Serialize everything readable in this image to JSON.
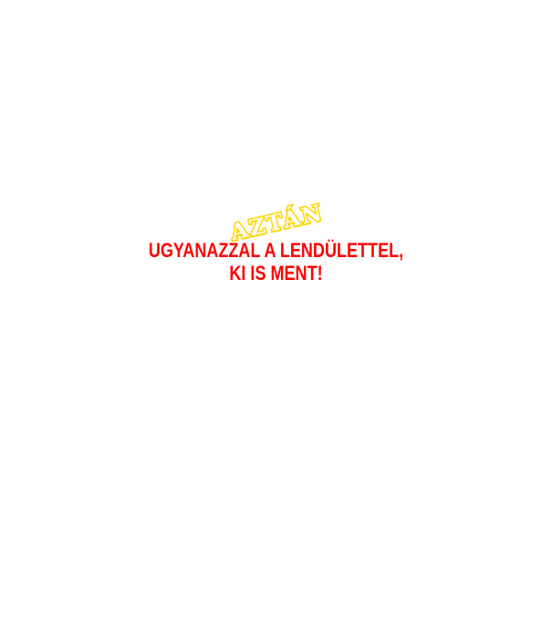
{
  "caption": {
    "heading": "AZTÁN",
    "lines": [
      "UGYANAZZAL A LENDÜLETTEL,",
      "KI IS MENT!"
    ]
  },
  "colors": {
    "background": "#ffffff",
    "heading_fill": "#ffffff",
    "heading_outline": "#ffd400",
    "text": "#ff0000"
  }
}
